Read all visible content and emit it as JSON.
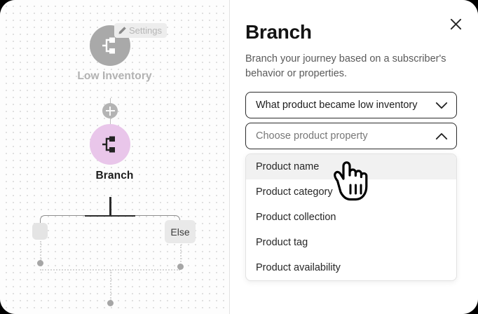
{
  "canvas": {
    "settings_pill": {
      "label": "Settings",
      "icon": "pencil-icon"
    },
    "nodes": [
      {
        "id": "trigger",
        "label": "Low Inventory",
        "icon": "branch-node-icon",
        "color": "#a9a9a9",
        "state": "inactive"
      },
      {
        "id": "branch",
        "label": "Branch",
        "icon": "branch-node-icon",
        "color": "#e9c6ea",
        "state": "selected"
      }
    ],
    "add_step_button": {
      "icon": "plus-icon"
    },
    "branch_outputs": [
      {
        "id": "path-1",
        "label": ""
      },
      {
        "id": "path-else",
        "label": "Else"
      }
    ]
  },
  "panel": {
    "title": "Branch",
    "description": "Branch your journey based on a subscriber's behavior or properties.",
    "close_label": "close-icon",
    "trigger_select": {
      "value": "What product became low inventory",
      "chevron": "chevron-down-icon",
      "state": "collapsed"
    },
    "property_select": {
      "placeholder": "Choose product property",
      "chevron": "chevron-up-icon",
      "state": "expanded"
    },
    "property_options": [
      {
        "label": "Product name",
        "highlighted": true
      },
      {
        "label": "Product category",
        "highlighted": false
      },
      {
        "label": "Product collection",
        "highlighted": false
      },
      {
        "label": "Product tag",
        "highlighted": false
      },
      {
        "label": "Product availability",
        "highlighted": false
      }
    ]
  },
  "cursor": {
    "type": "pointing-hand-cursor"
  },
  "colors": {
    "accent_purple": "#e9c6ea",
    "node_gray": "#a9a9a9",
    "text_dark": "#131313",
    "text_muted": "#5a5a5a",
    "highlight_row": "#f1f1f1"
  }
}
